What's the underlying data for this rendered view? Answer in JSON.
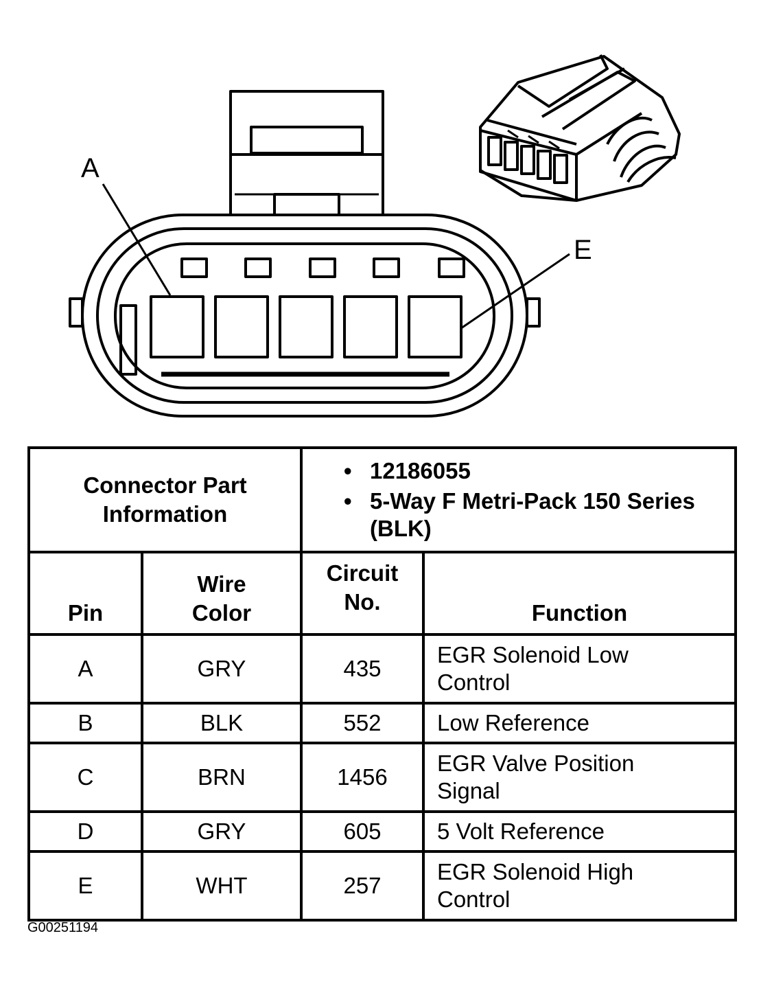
{
  "diagram": {
    "pin_a_label": "A",
    "pin_e_label": "E"
  },
  "table": {
    "part_info_label": "Connector Part Information",
    "part_info_items": [
      "12186055",
      "5-Way F Metri-Pack 150 Series (BLK)"
    ],
    "columns": {
      "pin": "Pin",
      "wire_color": "Wire Color",
      "circuit_no": "Circuit No.",
      "function": "Function"
    },
    "rows": [
      {
        "pin": "A",
        "wire_color": "GRY",
        "circuit": "435",
        "function": "EGR Solenoid Low Control"
      },
      {
        "pin": "B",
        "wire_color": "BLK",
        "circuit": "552",
        "function": "Low Reference"
      },
      {
        "pin": "C",
        "wire_color": "BRN",
        "circuit": "1456",
        "function": "EGR Valve Position Signal"
      },
      {
        "pin": "D",
        "wire_color": "GRY",
        "circuit": "605",
        "function": "5 Volt Reference"
      },
      {
        "pin": "E",
        "wire_color": "WHT",
        "circuit": "257",
        "function": "EGR Solenoid High Control"
      }
    ]
  },
  "figure_id": "G00251194"
}
